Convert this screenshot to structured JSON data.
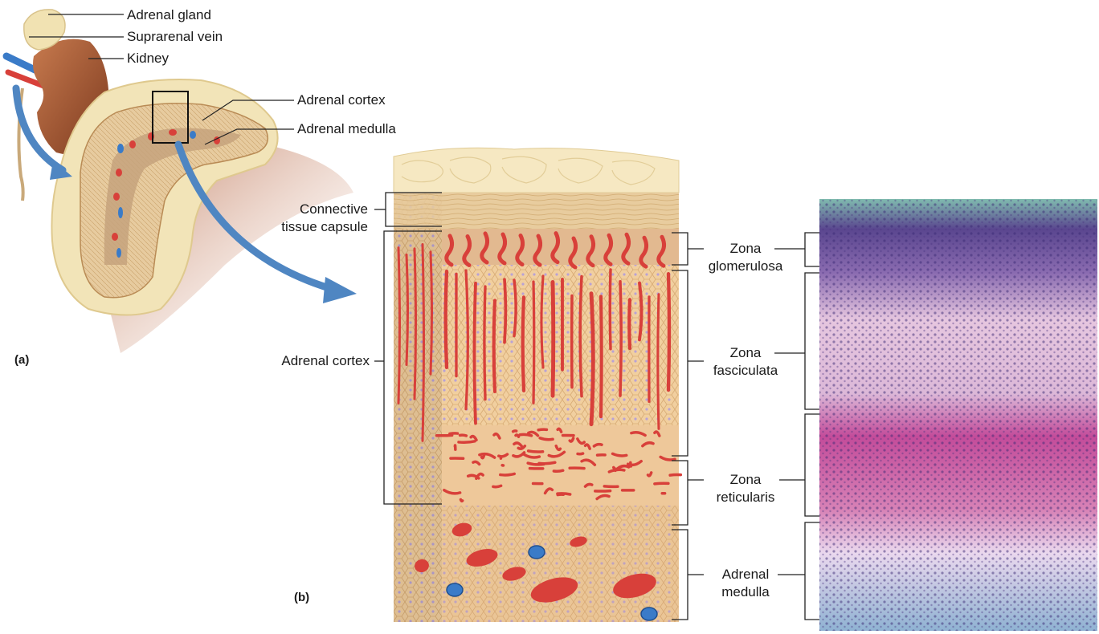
{
  "panel_a": {
    "letter": "(a)",
    "labels": {
      "adrenal_gland": "Adrenal gland",
      "suprarenal_vein": "Suprarenal vein",
      "kidney": "Kidney",
      "adrenal_cortex": "Adrenal cortex",
      "adrenal_medulla": "Adrenal medulla"
    }
  },
  "panel_b": {
    "letter": "(b)",
    "labels": {
      "capsule_line1": "Connective",
      "capsule_line2": "tissue capsule",
      "adrenal_cortex": "Adrenal cortex",
      "glomerulosa_1": "Zona",
      "glomerulosa_2": "glomerulosa",
      "fasciculata_1": "Zona",
      "fasciculata_2": "fasciculata",
      "reticularis_1": "Zona",
      "reticularis_2": "reticularis",
      "medulla_1": "Adrenal",
      "medulla_2": "medulla"
    }
  },
  "colors": {
    "fat": "#f3e6bf",
    "kidney": "#a9592f",
    "capsule": "#e6c99a",
    "tissue": "#f1cf9f",
    "vessel_red": "#d8403a",
    "vessel_blue": "#3a7bc8",
    "arrow": "#4f86c2",
    "micro_top": "#7fb8ad",
    "micro_purple": "#5b3d8e",
    "micro_pink": "#d77bb0",
    "micro_pale": "#ead9ee"
  }
}
